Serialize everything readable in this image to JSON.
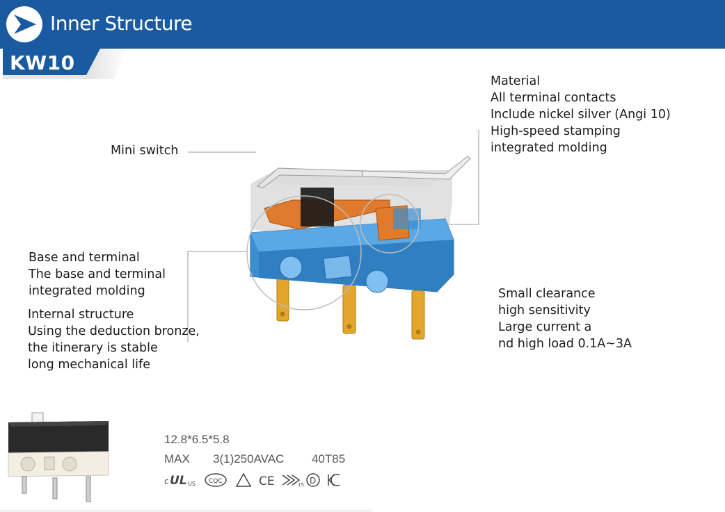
{
  "header": {
    "title": "Inner Structure"
  },
  "model": {
    "label": "KW10"
  },
  "labels": {
    "mini_switch": "Mini switch",
    "material": [
      "Material",
      "All terminal contacts",
      "Include nickel silver (Angi 10)",
      "High-speed stamping",
      "integrated molding"
    ],
    "base_terminal": [
      "Base and terminal",
      "The base and terminal",
      "integrated molding"
    ],
    "internal_structure": [
      "Internal structure",
      "Using the deduction bronze,",
      "the itinerary is stable",
      "long mechanical life"
    ],
    "clearance": [
      "Small clearance",
      "high sensitivity",
      "Large current a",
      "nd high load 0.1A~3A"
    ]
  },
  "specs": {
    "dimensions": "12.8*6.5*5.8",
    "max_label": "MAX",
    "rating": "3(1)250AVAC",
    "temp": "40T85"
  },
  "certifications": [
    {
      "name": "ul-icon",
      "text": "cULus"
    },
    {
      "name": "cqc-icon",
      "text": "CQC"
    },
    {
      "name": "triangle-icon",
      "text": ""
    },
    {
      "name": "ce-icon",
      "text": "CE"
    },
    {
      "name": "enec-icon",
      "text": "15"
    },
    {
      "name": "d-mark-icon",
      "text": "D"
    },
    {
      "name": "kc-icon",
      "text": ""
    }
  ],
  "colors": {
    "header": "#1a5aa0",
    "switch_blue": "#3a8fd0",
    "terminal": "#e0a52a",
    "contact": "#e0742a"
  }
}
